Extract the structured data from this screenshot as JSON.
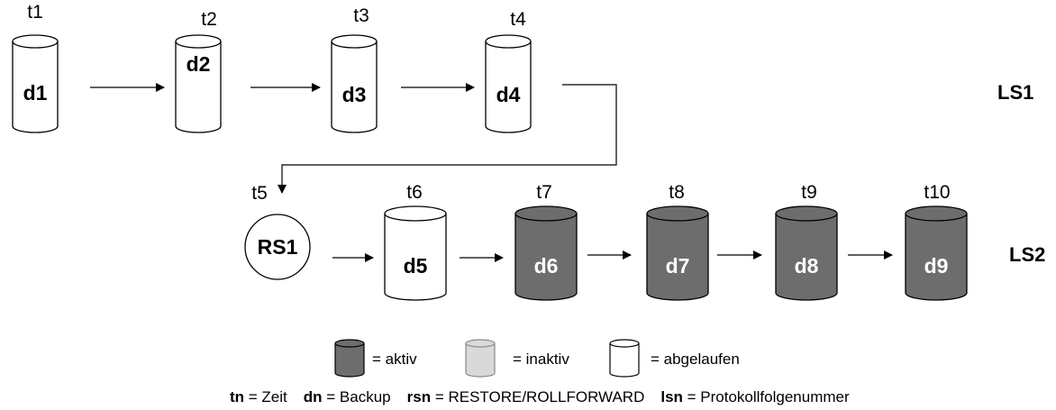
{
  "lines": {
    "ls1": "LS1",
    "ls2": "LS2"
  },
  "times": [
    "t1",
    "t2",
    "t3",
    "t4",
    "t5",
    "t6",
    "t7",
    "t8",
    "t9",
    "t10"
  ],
  "backups": {
    "d1": "d1",
    "d2": "d2",
    "d3": "d3",
    "d4": "d4",
    "d5": "d5",
    "d6": "d6",
    "d7": "d7",
    "d8": "d8",
    "d9": "d9"
  },
  "restore": "RS1",
  "legend": {
    "active": "= aktiv",
    "inactive": "= inaktiv",
    "expired": "= abgelaufen"
  },
  "key": {
    "tn_term": "tn",
    "tn_desc": " = Zeit",
    "dn_term": "dn",
    "dn_desc": " = Backup",
    "rsn_term": "rsn",
    "rsn_desc": " = RESTORE/ROLLFORWARD",
    "lsn_term": "lsn",
    "lsn_desc": " = Protokollfolgenummer"
  },
  "colors": {
    "active_fill": "#6d6d6d",
    "inactive_fill": "#d9d9d9",
    "expired_fill": "#ffffff",
    "active_text": "#ffffff",
    "line": "#000000"
  }
}
